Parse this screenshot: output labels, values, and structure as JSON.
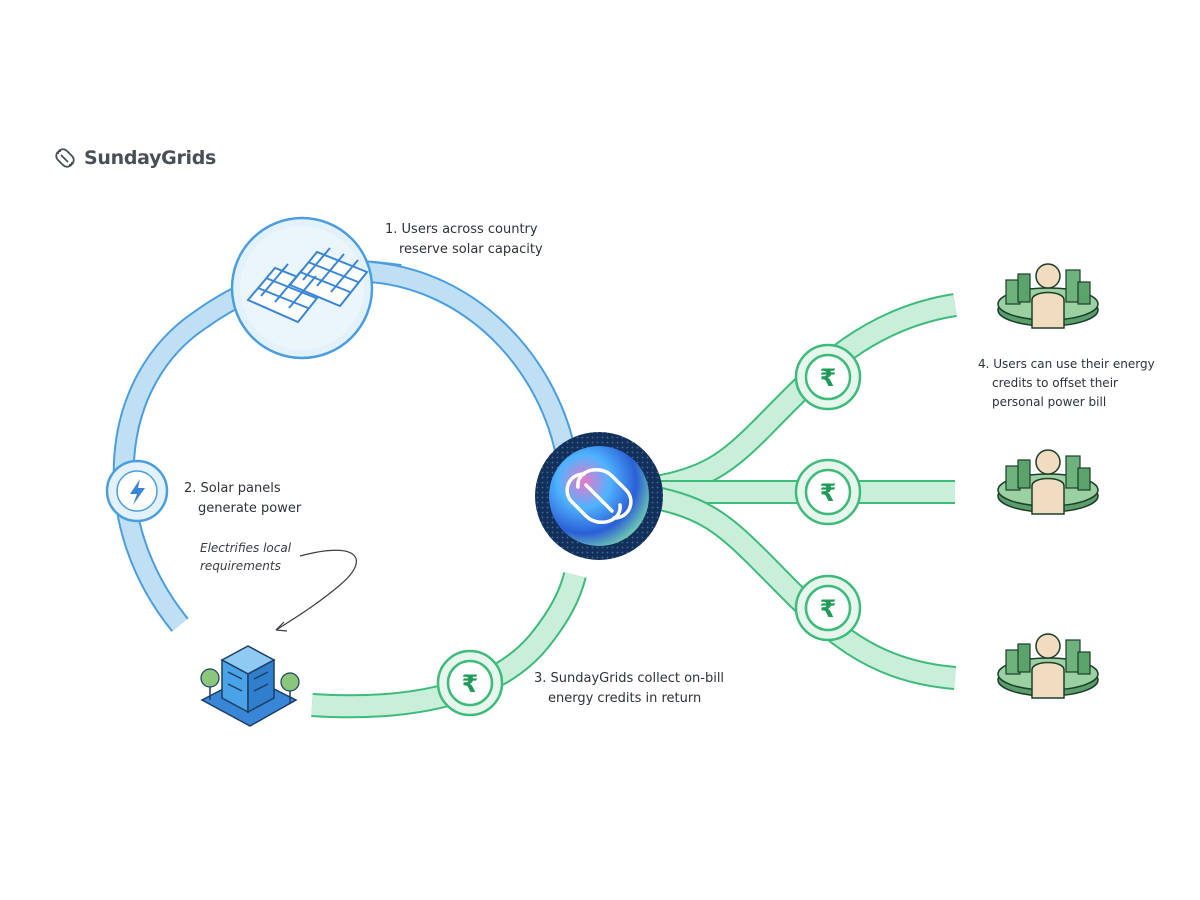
{
  "brand": {
    "name": "SundayGrids"
  },
  "steps": {
    "step1": {
      "line1": "1. Users across country",
      "line2": "reserve solar capacity"
    },
    "step2": {
      "line1": "2. Solar panels",
      "line2": "generate power"
    },
    "step2_note": {
      "line1": "Electrifies local",
      "line2": "requirements"
    },
    "step3": {
      "line1": "3. SundayGrids collect on-bill",
      "line2": "energy credits in return"
    },
    "step4": {
      "line1": "4. Users can use their energy",
      "line2": "credits to offset their",
      "line3": "personal power bill"
    }
  },
  "symbols": {
    "currency": "₹"
  },
  "colors": {
    "blue_track": "#bfe0f4",
    "blue_stroke": "#4a9ee0",
    "green_track": "#c9eed9",
    "green_stroke": "#3dbb7a",
    "green_text": "#1f9a58"
  },
  "icons": [
    "logo-icon",
    "solar-panel-icon",
    "lightning-icon",
    "hub-logo-icon",
    "building-icon",
    "rupee-icon",
    "user-city-icon"
  ]
}
